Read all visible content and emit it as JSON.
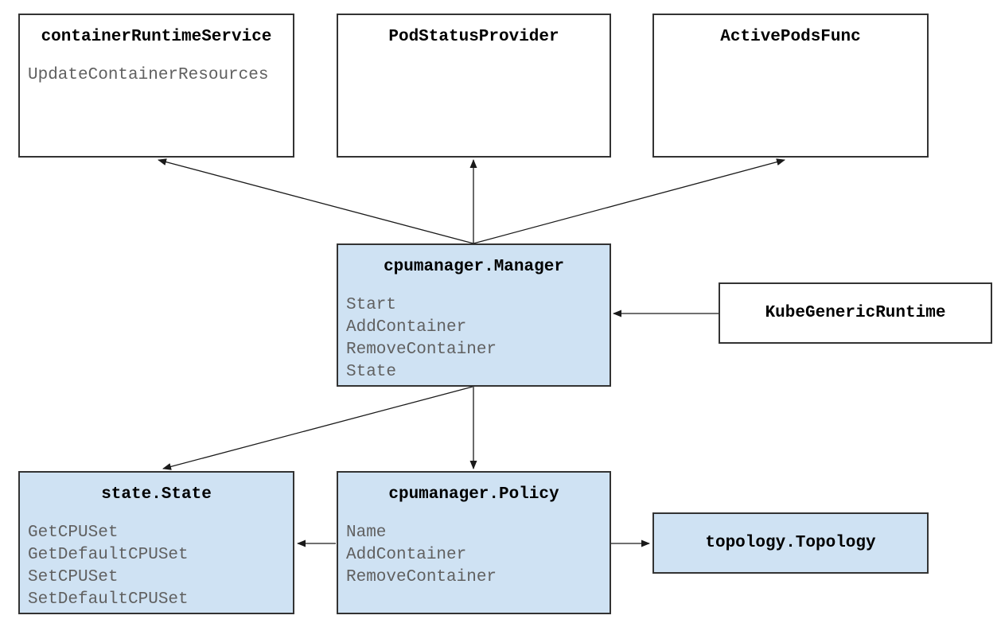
{
  "colors": {
    "background": "#ffffff",
    "plain_fill": "#ffffff",
    "highlight_fill": "#cfe2f3",
    "border": "#333333",
    "title_text": "#000000",
    "method_text": "#606060",
    "arrow": "#1a1a1a"
  },
  "nodes": {
    "container_runtime_service": {
      "title": "containerRuntimeService",
      "methods": [
        "UpdateContainerResources"
      ],
      "highlighted": false
    },
    "pod_status_provider": {
      "title": "PodStatusProvider",
      "methods": [],
      "highlighted": false
    },
    "active_pods_func": {
      "title": "ActivePodsFunc",
      "methods": [],
      "highlighted": false
    },
    "cpumanager_manager": {
      "title": "cpumanager.Manager",
      "methods": [
        "Start",
        "AddContainer",
        "RemoveContainer",
        "State"
      ],
      "highlighted": true
    },
    "kube_generic_runtime": {
      "title": "KubeGenericRuntime",
      "methods": [],
      "highlighted": false
    },
    "state_state": {
      "title": "state.State",
      "methods": [
        "GetCPUSet",
        "GetDefaultCPUSet",
        "SetCPUSet",
        "SetDefaultCPUSet"
      ],
      "highlighted": true
    },
    "cpumanager_policy": {
      "title": "cpumanager.Policy",
      "methods": [
        "Name",
        "AddContainer",
        "RemoveContainer"
      ],
      "highlighted": true
    },
    "topology_topology": {
      "title": "topology.Topology",
      "methods": [],
      "highlighted": true
    }
  },
  "edges": [
    {
      "from": "cpumanager_manager",
      "to": "container_runtime_service"
    },
    {
      "from": "cpumanager_manager",
      "to": "pod_status_provider"
    },
    {
      "from": "cpumanager_manager",
      "to": "active_pods_func"
    },
    {
      "from": "kube_generic_runtime",
      "to": "cpumanager_manager"
    },
    {
      "from": "cpumanager_manager",
      "to": "state_state"
    },
    {
      "from": "cpumanager_manager",
      "to": "cpumanager_policy"
    },
    {
      "from": "cpumanager_policy",
      "to": "state_state"
    },
    {
      "from": "cpumanager_policy",
      "to": "topology_topology"
    }
  ]
}
